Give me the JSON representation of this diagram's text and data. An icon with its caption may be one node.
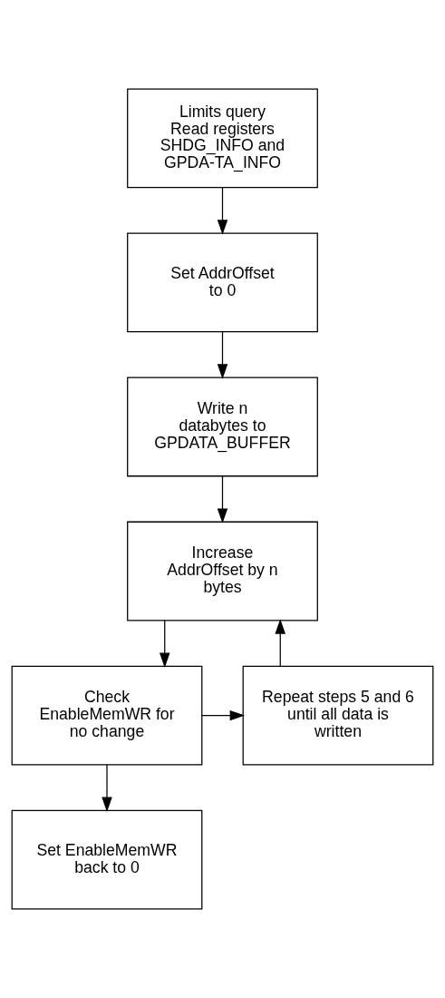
{
  "diagram": {
    "nodes": [
      {
        "text": [
          "Limits query Read registers SHDG_INFO and GPDA-TA_INFO"
        ]
      },
      {
        "text": [
          "Set AddrOffset to 0"
        ]
      },
      {
        "text": [
          "Write n databytes to GPDATA_BUFFER"
        ]
      },
      {
        "text": [
          "Increase AddrOffset by n bytes"
        ]
      },
      {
        "text": [
          "Repeat steps 5 and 6 until all data is written"
        ]
      },
      {
        "text": [
          "Check EnableMemWR for no change"
        ]
      },
      {
        "text": [
          "Set EnableMemWR back to 0"
        ]
      }
    ],
    "edges": [
      {
        "from": 0,
        "to": 1,
        "arrow": "to"
      },
      {
        "from": 1,
        "to": 2,
        "arrow": "to"
      },
      {
        "from": 2,
        "to": 3,
        "arrow": "to"
      },
      {
        "from": 3,
        "to": 5,
        "arrow": "to"
      },
      {
        "from": 5,
        "to": 4,
        "arrow": "to"
      },
      {
        "from": 4,
        "to": 3,
        "arrow": "to"
      },
      {
        "from": 5,
        "to": 6,
        "arrow": "to"
      }
    ]
  }
}
